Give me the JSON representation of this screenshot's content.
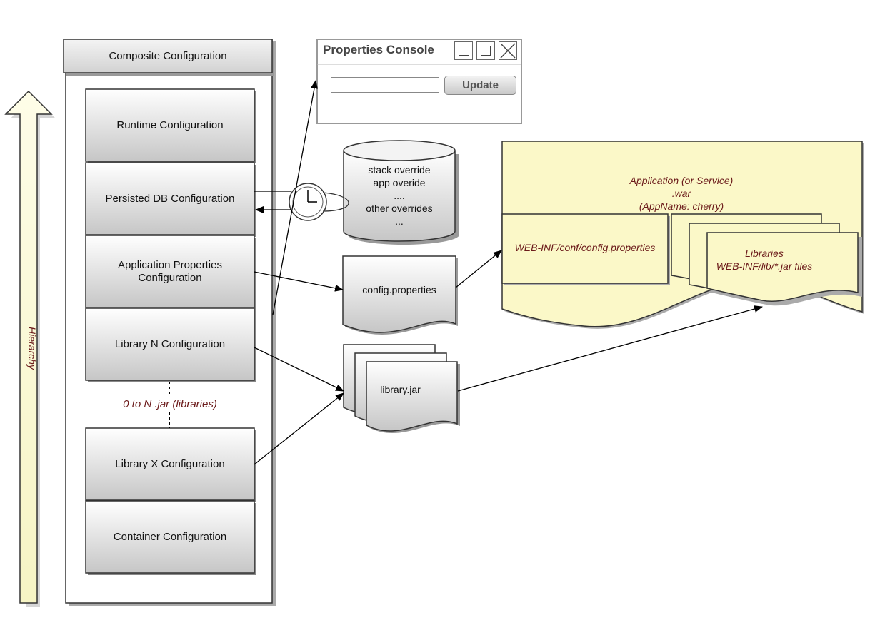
{
  "composite": {
    "title": "Composite Configuration",
    "layers": [
      {
        "id": "runtime",
        "label": "Runtime Configuration"
      },
      {
        "id": "persisted-db",
        "label": "Persisted DB Configuration"
      },
      {
        "id": "app-props",
        "label_line1": "Application Properties",
        "label_line2": "Configuration"
      },
      {
        "id": "library-n",
        "label": "Library N Configuration"
      },
      {
        "id": "library-x",
        "label": "Library X Configuration"
      },
      {
        "id": "container",
        "label": "Container Configuration"
      }
    ],
    "libraries_note": "0 to N .jar (libraries)"
  },
  "hierarchy_label": "Hierarchy",
  "properties_console": {
    "title": "Properties Console",
    "input_value": "",
    "update_label": "Update"
  },
  "database": {
    "lines": [
      "stack override",
      "app overide",
      "....",
      "other overrides",
      "..."
    ]
  },
  "config_file": {
    "label": "config.properties"
  },
  "library_jar": {
    "label": "library.jar"
  },
  "application_war": {
    "line1": "Application (or Service)",
    "line2": ".war",
    "line3": "(AppName: cherry)",
    "conf_path": "WEB-INF/conf/config.properties",
    "libraries_line1": "Libraries",
    "libraries_line2": "WEB-INF/lib/*.jar files"
  },
  "colors": {
    "box_fill_top": "#ffffff",
    "box_fill_bottom": "#c8c8c8",
    "war_fill": "#fbf8c8",
    "label_italic": "#6b1a1a",
    "arrow_fill": "#fdfde3"
  }
}
